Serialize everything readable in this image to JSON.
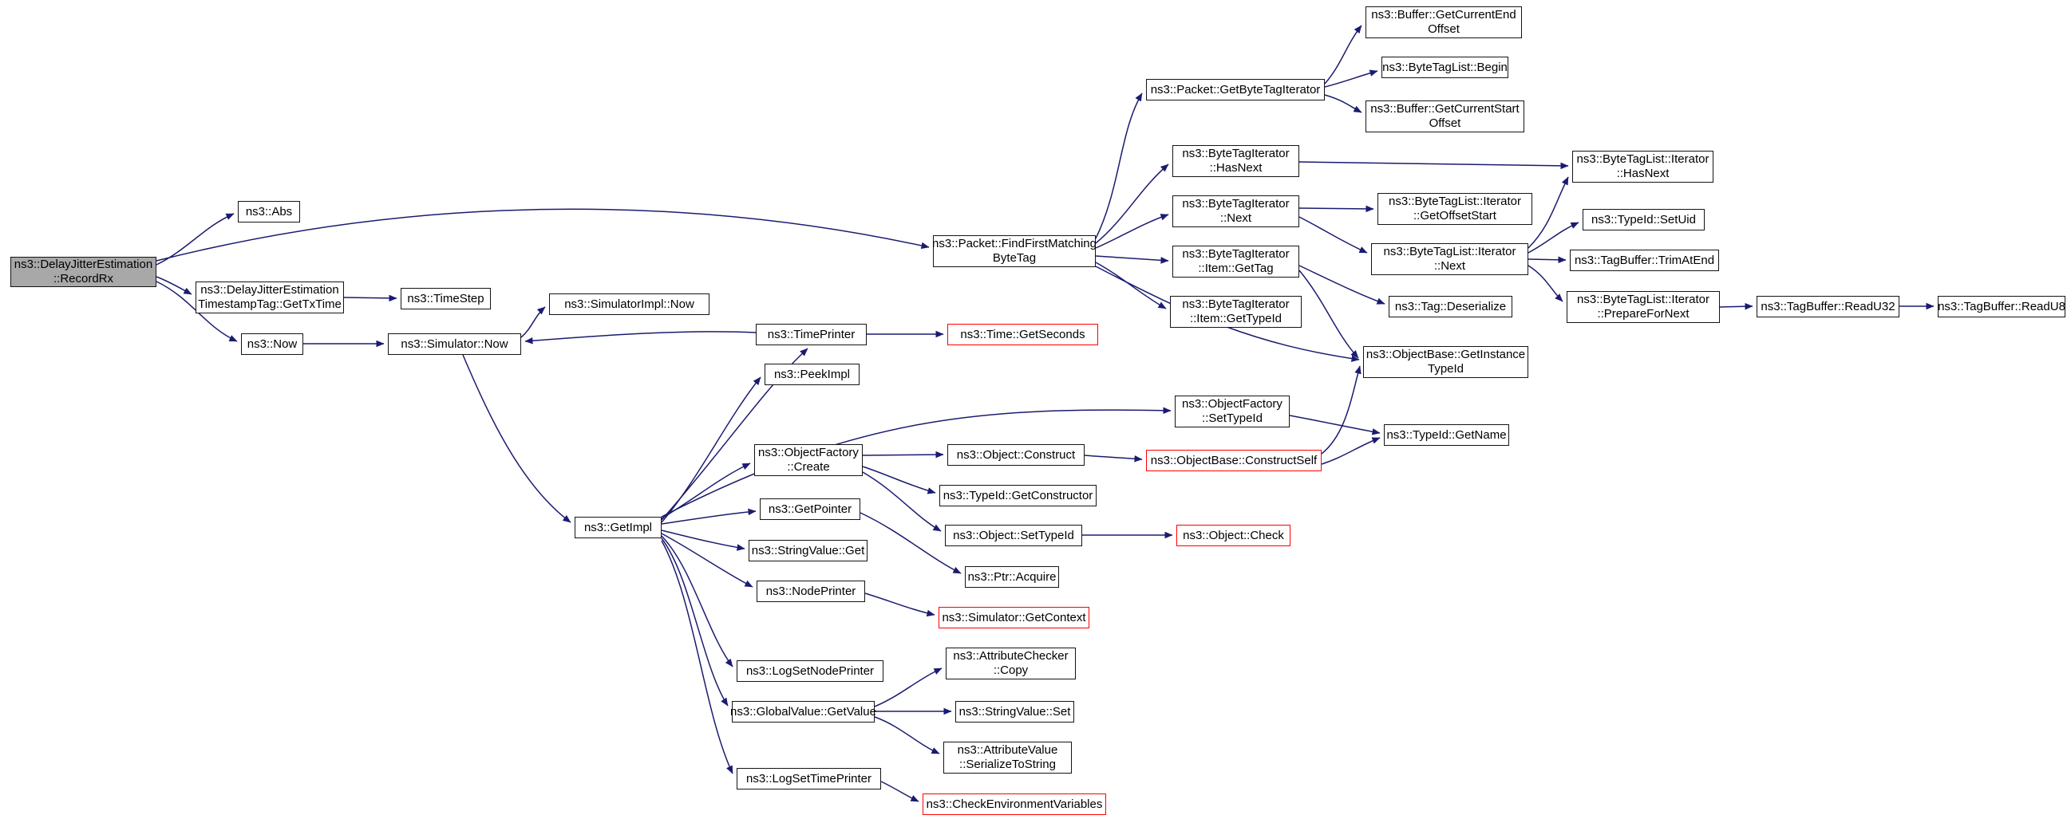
{
  "diagram": {
    "type": "doxygen-call-graph",
    "root_function": "ns3::DelayJitterEstimation::RecordRx",
    "colors": {
      "node_border": "#141414",
      "truncated_border": "#ff0000",
      "root_fill": "#a8a8a8",
      "edge": "#1b1b70",
      "background": "#ffffff"
    }
  },
  "nodes": [
    {
      "id": "recordrx",
      "label": "ns3::DelayJitterEstimation\n::RecordRx",
      "kind": "root"
    },
    {
      "id": "abs",
      "label": "ns3::Abs",
      "kind": "normal"
    },
    {
      "id": "gettxtime",
      "label": "ns3::DelayJitterEstimation\nTimestampTag::GetTxTime",
      "kind": "normal"
    },
    {
      "id": "timestep",
      "label": "ns3::TimeStep",
      "kind": "normal"
    },
    {
      "id": "now",
      "label": "ns3::Now",
      "kind": "normal"
    },
    {
      "id": "simulator-now",
      "label": "ns3::Simulator::Now",
      "kind": "normal"
    },
    {
      "id": "simulatorimpl-now",
      "label": "ns3::SimulatorImpl::Now",
      "kind": "normal"
    },
    {
      "id": "timeprinter",
      "label": "ns3::TimePrinter",
      "kind": "normal"
    },
    {
      "id": "time-getseconds",
      "label": "ns3::Time::GetSeconds",
      "kind": "truncated"
    },
    {
      "id": "peekimpl",
      "label": "ns3::PeekImpl",
      "kind": "normal"
    },
    {
      "id": "getimpl",
      "label": "ns3::GetImpl",
      "kind": "normal"
    },
    {
      "id": "objectfactory-create",
      "label": "ns3::ObjectFactory\n::Create",
      "kind": "normal"
    },
    {
      "id": "getpointer",
      "label": "ns3::GetPointer",
      "kind": "normal"
    },
    {
      "id": "stringvalue-get",
      "label": "ns3::StringValue::Get",
      "kind": "normal"
    },
    {
      "id": "nodeprinter",
      "label": "ns3::NodePrinter",
      "kind": "normal"
    },
    {
      "id": "simulator-getcontext",
      "label": "ns3::Simulator::GetContext",
      "kind": "truncated"
    },
    {
      "id": "logsetnodeprinter",
      "label": "ns3::LogSetNodePrinter",
      "kind": "normal"
    },
    {
      "id": "globalvalue-getvalue",
      "label": "ns3::GlobalValue::GetValue",
      "kind": "normal"
    },
    {
      "id": "logsettimeprinter",
      "label": "ns3::LogSetTimePrinter",
      "kind": "normal"
    },
    {
      "id": "checkenvironmentvariables",
      "label": "ns3::CheckEnvironmentVariables",
      "kind": "truncated"
    },
    {
      "id": "attributechecker-copy",
      "label": "ns3::AttributeChecker\n::Copy",
      "kind": "normal"
    },
    {
      "id": "stringvalue-set",
      "label": "ns3::StringValue::Set",
      "kind": "normal"
    },
    {
      "id": "attributevalue-serializetostring",
      "label": "ns3::AttributeValue\n::SerializeToString",
      "kind": "normal"
    },
    {
      "id": "object-construct",
      "label": "ns3::Object::Construct",
      "kind": "normal"
    },
    {
      "id": "typeid-getconstructor",
      "label": "ns3::TypeId::GetConstructor",
      "kind": "normal"
    },
    {
      "id": "object-settypeid",
      "label": "ns3::Object::SetTypeId",
      "kind": "normal"
    },
    {
      "id": "object-check",
      "label": "ns3::Object::Check",
      "kind": "truncated"
    },
    {
      "id": "ptr-acquire",
      "label": "ns3::Ptr::Acquire",
      "kind": "normal"
    },
    {
      "id": "objectbase-constructself",
      "label": "ns3::ObjectBase::ConstructSelf",
      "kind": "truncated"
    },
    {
      "id": "objectfactory-settypeid",
      "label": "ns3::ObjectFactory\n::SetTypeId",
      "kind": "normal"
    },
    {
      "id": "typeid-getname",
      "label": "ns3::TypeId::GetName",
      "kind": "normal"
    },
    {
      "id": "objectbase-getinstancetypeid",
      "label": "ns3::ObjectBase::GetInstance\nTypeId",
      "kind": "normal"
    },
    {
      "id": "packet-findfirstmatchingbytetag",
      "label": "ns3::Packet::FindFirstMatching\nByteTag",
      "kind": "normal"
    },
    {
      "id": "packet-getbytetagiterator",
      "label": "ns3::Packet::GetByteTagIterator",
      "kind": "normal"
    },
    {
      "id": "buffer-getcurrentendoffset",
      "label": "ns3::Buffer::GetCurrentEnd\nOffset",
      "kind": "normal"
    },
    {
      "id": "bytetaglist-begin",
      "label": "ns3::ByteTagList::Begin",
      "kind": "normal"
    },
    {
      "id": "buffer-getcurrentstartoffset",
      "label": "ns3::Buffer::GetCurrentStart\nOffset",
      "kind": "normal"
    },
    {
      "id": "bytetagiterator-hasnext",
      "label": "ns3::ByteTagIterator\n::HasNext",
      "kind": "normal"
    },
    {
      "id": "bytetaglist-iterator-hasnext",
      "label": "ns3::ByteTagList::Iterator\n::HasNext",
      "kind": "normal"
    },
    {
      "id": "bytetagiterator-next",
      "label": "ns3::ByteTagIterator\n::Next",
      "kind": "normal"
    },
    {
      "id": "bytetaglist-iterator-getoffsetstart",
      "label": "ns3::ByteTagList::Iterator\n::GetOffsetStart",
      "kind": "normal"
    },
    {
      "id": "bytetagiterator-item-gettag",
      "label": "ns3::ByteTagIterator\n::Item::GetTag",
      "kind": "normal"
    },
    {
      "id": "bytetaglist-iterator-next",
      "label": "ns3::ByteTagList::Iterator\n::Next",
      "kind": "normal"
    },
    {
      "id": "typeid-setuid",
      "label": "ns3::TypeId::SetUid",
      "kind": "normal"
    },
    {
      "id": "tagbuffer-trimatend",
      "label": "ns3::TagBuffer::TrimAtEnd",
      "kind": "normal"
    },
    {
      "id": "bytetaglist-iterator-preparefornext",
      "label": "ns3::ByteTagList::Iterator\n::PrepareForNext",
      "kind": "normal"
    },
    {
      "id": "tagbuffer-readu32",
      "label": "ns3::TagBuffer::ReadU32",
      "kind": "normal"
    },
    {
      "id": "tagbuffer-readu8",
      "label": "ns3::TagBuffer::ReadU8",
      "kind": "normal"
    },
    {
      "id": "tag-deserialize",
      "label": "ns3::Tag::Deserialize",
      "kind": "normal"
    },
    {
      "id": "bytetagiterator-item-gettypeid",
      "label": "ns3::ByteTagIterator\n::Item::GetTypeId",
      "kind": "normal"
    }
  ],
  "edges": [
    [
      "recordrx",
      "abs"
    ],
    [
      "recordrx",
      "gettxtime"
    ],
    [
      "recordrx",
      "now"
    ],
    [
      "recordrx",
      "packet-findfirstmatchingbytetag"
    ],
    [
      "gettxtime",
      "timestep"
    ],
    [
      "now",
      "simulator-now"
    ],
    [
      "simulator-now",
      "simulatorimpl-now"
    ],
    [
      "timeprinter",
      "simulator-now"
    ],
    [
      "timeprinter",
      "time-getseconds"
    ],
    [
      "simulator-now",
      "getimpl"
    ],
    [
      "getimpl",
      "timeprinter"
    ],
    [
      "getimpl",
      "peekimpl"
    ],
    [
      "getimpl",
      "objectfactory-create"
    ],
    [
      "getimpl",
      "getpointer"
    ],
    [
      "getimpl",
      "stringvalue-get"
    ],
    [
      "getimpl",
      "nodeprinter"
    ],
    [
      "getimpl",
      "logsetnodeprinter"
    ],
    [
      "getimpl",
      "globalvalue-getvalue"
    ],
    [
      "getimpl",
      "logsettimeprinter"
    ],
    [
      "getimpl",
      "objectfactory-settypeid"
    ],
    [
      "nodeprinter",
      "simulator-getcontext"
    ],
    [
      "logsettimeprinter",
      "checkenvironmentvariables"
    ],
    [
      "globalvalue-getvalue",
      "attributechecker-copy"
    ],
    [
      "globalvalue-getvalue",
      "stringvalue-set"
    ],
    [
      "globalvalue-getvalue",
      "attributevalue-serializetostring"
    ],
    [
      "objectfactory-create",
      "object-construct"
    ],
    [
      "objectfactory-create",
      "typeid-getconstructor"
    ],
    [
      "objectfactory-create",
      "object-settypeid"
    ],
    [
      "getpointer",
      "ptr-acquire"
    ],
    [
      "object-construct",
      "objectbase-constructself"
    ],
    [
      "object-settypeid",
      "object-check"
    ],
    [
      "objectbase-constructself",
      "objectbase-getinstancetypeid"
    ],
    [
      "objectbase-constructself",
      "typeid-getname"
    ],
    [
      "objectfactory-settypeid",
      "typeid-getname"
    ],
    [
      "packet-findfirstmatchingbytetag",
      "packet-getbytetagiterator"
    ],
    [
      "packet-findfirstmatchingbytetag",
      "bytetagiterator-hasnext"
    ],
    [
      "packet-findfirstmatchingbytetag",
      "bytetagiterator-next"
    ],
    [
      "packet-findfirstmatchingbytetag",
      "bytetagiterator-item-gettag"
    ],
    [
      "packet-findfirstmatchingbytetag",
      "bytetagiterator-item-gettypeid"
    ],
    [
      "packet-findfirstmatchingbytetag",
      "objectbase-getinstancetypeid"
    ],
    [
      "packet-getbytetagiterator",
      "buffer-getcurrentendoffset"
    ],
    [
      "packet-getbytetagiterator",
      "bytetaglist-begin"
    ],
    [
      "packet-getbytetagiterator",
      "buffer-getcurrentstartoffset"
    ],
    [
      "bytetagiterator-hasnext",
      "bytetaglist-iterator-hasnext"
    ],
    [
      "bytetagiterator-next",
      "bytetaglist-iterator-getoffsetstart"
    ],
    [
      "bytetagiterator-next",
      "bytetaglist-iterator-next"
    ],
    [
      "bytetagiterator-item-gettag",
      "tag-deserialize"
    ],
    [
      "bytetagiterator-item-gettag",
      "objectbase-getinstancetypeid"
    ],
    [
      "bytetaglist-iterator-next",
      "bytetaglist-iterator-hasnext"
    ],
    [
      "bytetaglist-iterator-next",
      "typeid-setuid"
    ],
    [
      "bytetaglist-iterator-next",
      "tagbuffer-trimatend"
    ],
    [
      "bytetaglist-iterator-next",
      "bytetaglist-iterator-preparefornext"
    ],
    [
      "bytetaglist-iterator-preparefornext",
      "tagbuffer-readu32"
    ],
    [
      "tagbuffer-readu32",
      "tagbuffer-readu8"
    ]
  ]
}
